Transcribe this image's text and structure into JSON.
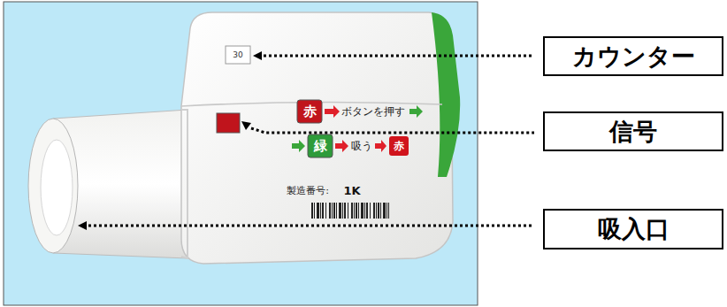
{
  "diagram": {
    "nodes": [
      {
        "text": [
          "カウンター"
        ]
      },
      {
        "text": [
          "信号"
        ]
      },
      {
        "text": [
          "吸入口"
        ]
      }
    ],
    "labels": [
      "30",
      "赤",
      "ボタンを押す",
      "緑",
      "吸う",
      "赤",
      "製造番号:",
      "1K"
    ]
  }
}
